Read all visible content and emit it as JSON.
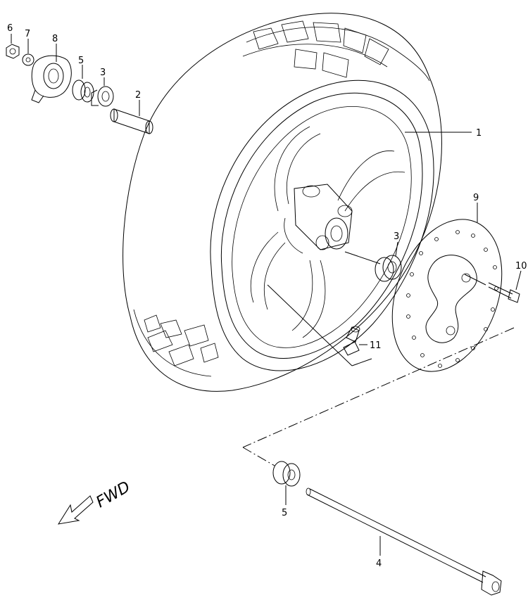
{
  "diagram": {
    "fwd_label": "FWD",
    "callouts": {
      "c1": "1",
      "c2": "2",
      "c3a": "3",
      "c3b": "3",
      "c4": "4",
      "c5a": "5",
      "c5b": "5",
      "c6": "6",
      "c7": "7",
      "c8": "8",
      "c9": "9",
      "c10": "10",
      "c11": "11"
    }
  }
}
